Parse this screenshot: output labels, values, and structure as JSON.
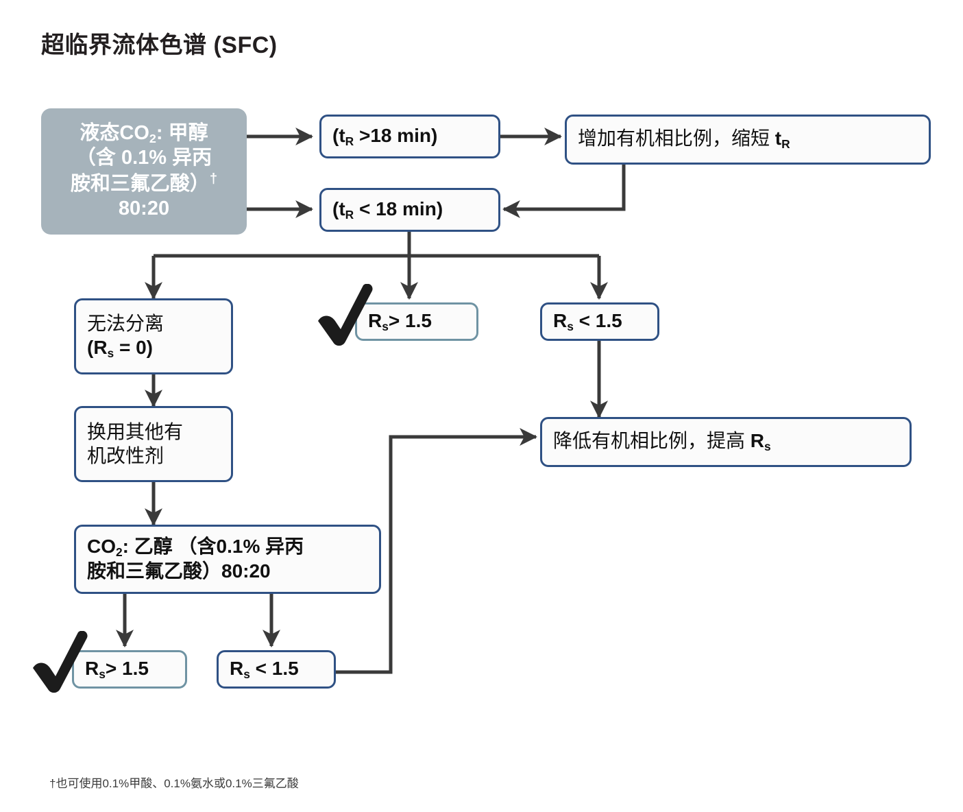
{
  "page": {
    "title": "超临界流体色谱 (SFC)",
    "footnote": "†也可使用0.1%甲酸、0.1%氨水或0.1%三氟乙酸",
    "background": "#ffffff"
  },
  "colors": {
    "box_border_navy": "#2f5184",
    "box_border_teal": "#6f93a3",
    "source_fill_grey": "#a6b3bb",
    "arrow": "#3a3a3a",
    "text": "#111111",
    "source_text": "#ffffff"
  },
  "nodes": {
    "source": {
      "id": "mobile-phase-source",
      "line1": "液态CO",
      "line1_sub": "2",
      "line1_rest": ": 甲醇",
      "line2": "（含 0.1% 异丙",
      "line3": "胺和三氟乙酸）",
      "line3_dagger": "†",
      "line4": "80:20",
      "plain_text": "液态CO2: 甲醇（含 0.1% 异丙胺和三氟乙酸）† 80:20"
    },
    "tr_gt": {
      "id": "tr-greater-18",
      "pre": "(t",
      "sub": "R",
      "post": " >18 min)"
    },
    "tr_lt": {
      "id": "tr-less-18",
      "pre": "(t",
      "sub": "R",
      "post": " < 18 min)"
    },
    "increase_organic": {
      "id": "increase-organic",
      "pre": "增加有机相比例，缩短 ",
      "bold": "t",
      "sub": "R",
      "post": ""
    },
    "no_separation": {
      "id": "no-separation",
      "line1": "无法分离",
      "line2_pre": "(R",
      "line2_sub": "s",
      "line2_post": " = 0)"
    },
    "switch_modifier": {
      "id": "switch-modifier",
      "line1": "换用其他有",
      "line2": "机改性剂"
    },
    "rs_gt_top": {
      "id": "rs-greater-top",
      "pre": "R",
      "sub": "s",
      "post": "> 1.5",
      "checked": true
    },
    "rs_lt_top": {
      "id": "rs-less-top",
      "pre": "R",
      "sub": "s",
      "post": " < 1.5",
      "checked": false
    },
    "decrease_organic": {
      "id": "decrease-organic",
      "pre": "降低有机相比例，提高 ",
      "bold": "R",
      "sub": "s",
      "post": ""
    },
    "co2_ethanol": {
      "id": "co2-ethanol",
      "line1_pre": "CO",
      "line1_sub": "2",
      "line1_post": ": 乙醇 （含0.1% 异丙",
      "line2": "胺和三氟乙酸）80:20"
    },
    "rs_gt_bottom": {
      "id": "rs-greater-bottom",
      "pre": "R",
      "sub": "s",
      "post": "> 1.5",
      "checked": true
    },
    "rs_lt_bottom": {
      "id": "rs-less-bottom",
      "pre": "R",
      "sub": "s",
      "post": " < 1.5",
      "checked": false
    }
  },
  "flow": {
    "edges": [
      {
        "from": "mobile-phase-source",
        "to": "tr-greater-18",
        "kind": "arrow-right"
      },
      {
        "from": "mobile-phase-source",
        "to": "tr-less-18",
        "kind": "arrow-right"
      },
      {
        "from": "tr-greater-18",
        "to": "increase-organic",
        "kind": "arrow-right"
      },
      {
        "from": "increase-organic",
        "to": "tr-less-18",
        "kind": "elbow-down-left"
      },
      {
        "from": "tr-less-18",
        "to": "no-separation",
        "kind": "branch-down"
      },
      {
        "from": "tr-less-18",
        "to": "rs-greater-top",
        "kind": "branch-down"
      },
      {
        "from": "tr-less-18",
        "to": "rs-less-top",
        "kind": "branch-down"
      },
      {
        "from": "no-separation",
        "to": "switch-modifier",
        "kind": "arrow-down"
      },
      {
        "from": "switch-modifier",
        "to": "co2-ethanol",
        "kind": "arrow-down"
      },
      {
        "from": "rs-less-top",
        "to": "decrease-organic",
        "kind": "arrow-down"
      },
      {
        "from": "co2-ethanol",
        "to": "rs-greater-bottom",
        "kind": "arrow-down"
      },
      {
        "from": "co2-ethanol",
        "to": "rs-less-bottom",
        "kind": "arrow-down"
      },
      {
        "from": "rs-less-bottom",
        "to": "decrease-organic",
        "kind": "elbow-right-up"
      }
    ]
  }
}
